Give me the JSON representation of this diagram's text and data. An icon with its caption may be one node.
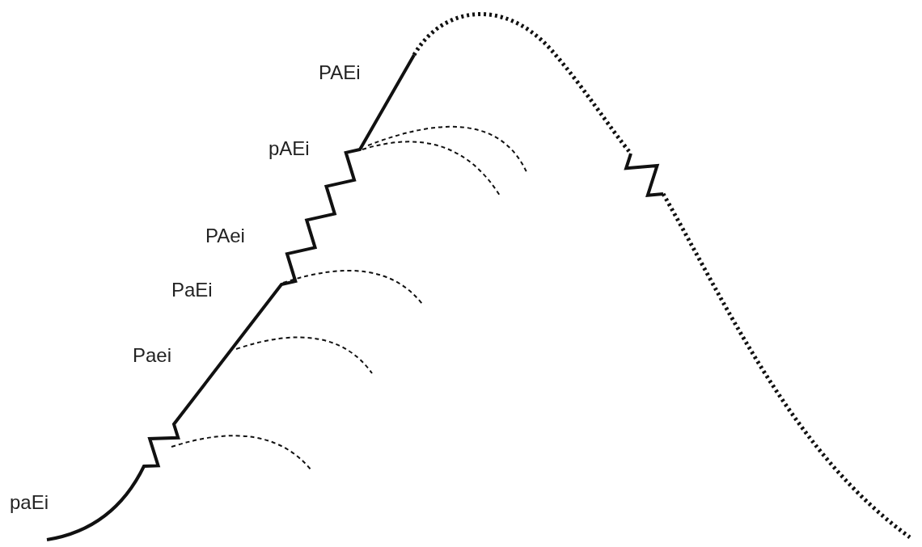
{
  "diagram": {
    "labels": [
      "PAEi",
      "pAEi",
      "PAei",
      "PaEi",
      "Paei",
      "paEi"
    ]
  }
}
